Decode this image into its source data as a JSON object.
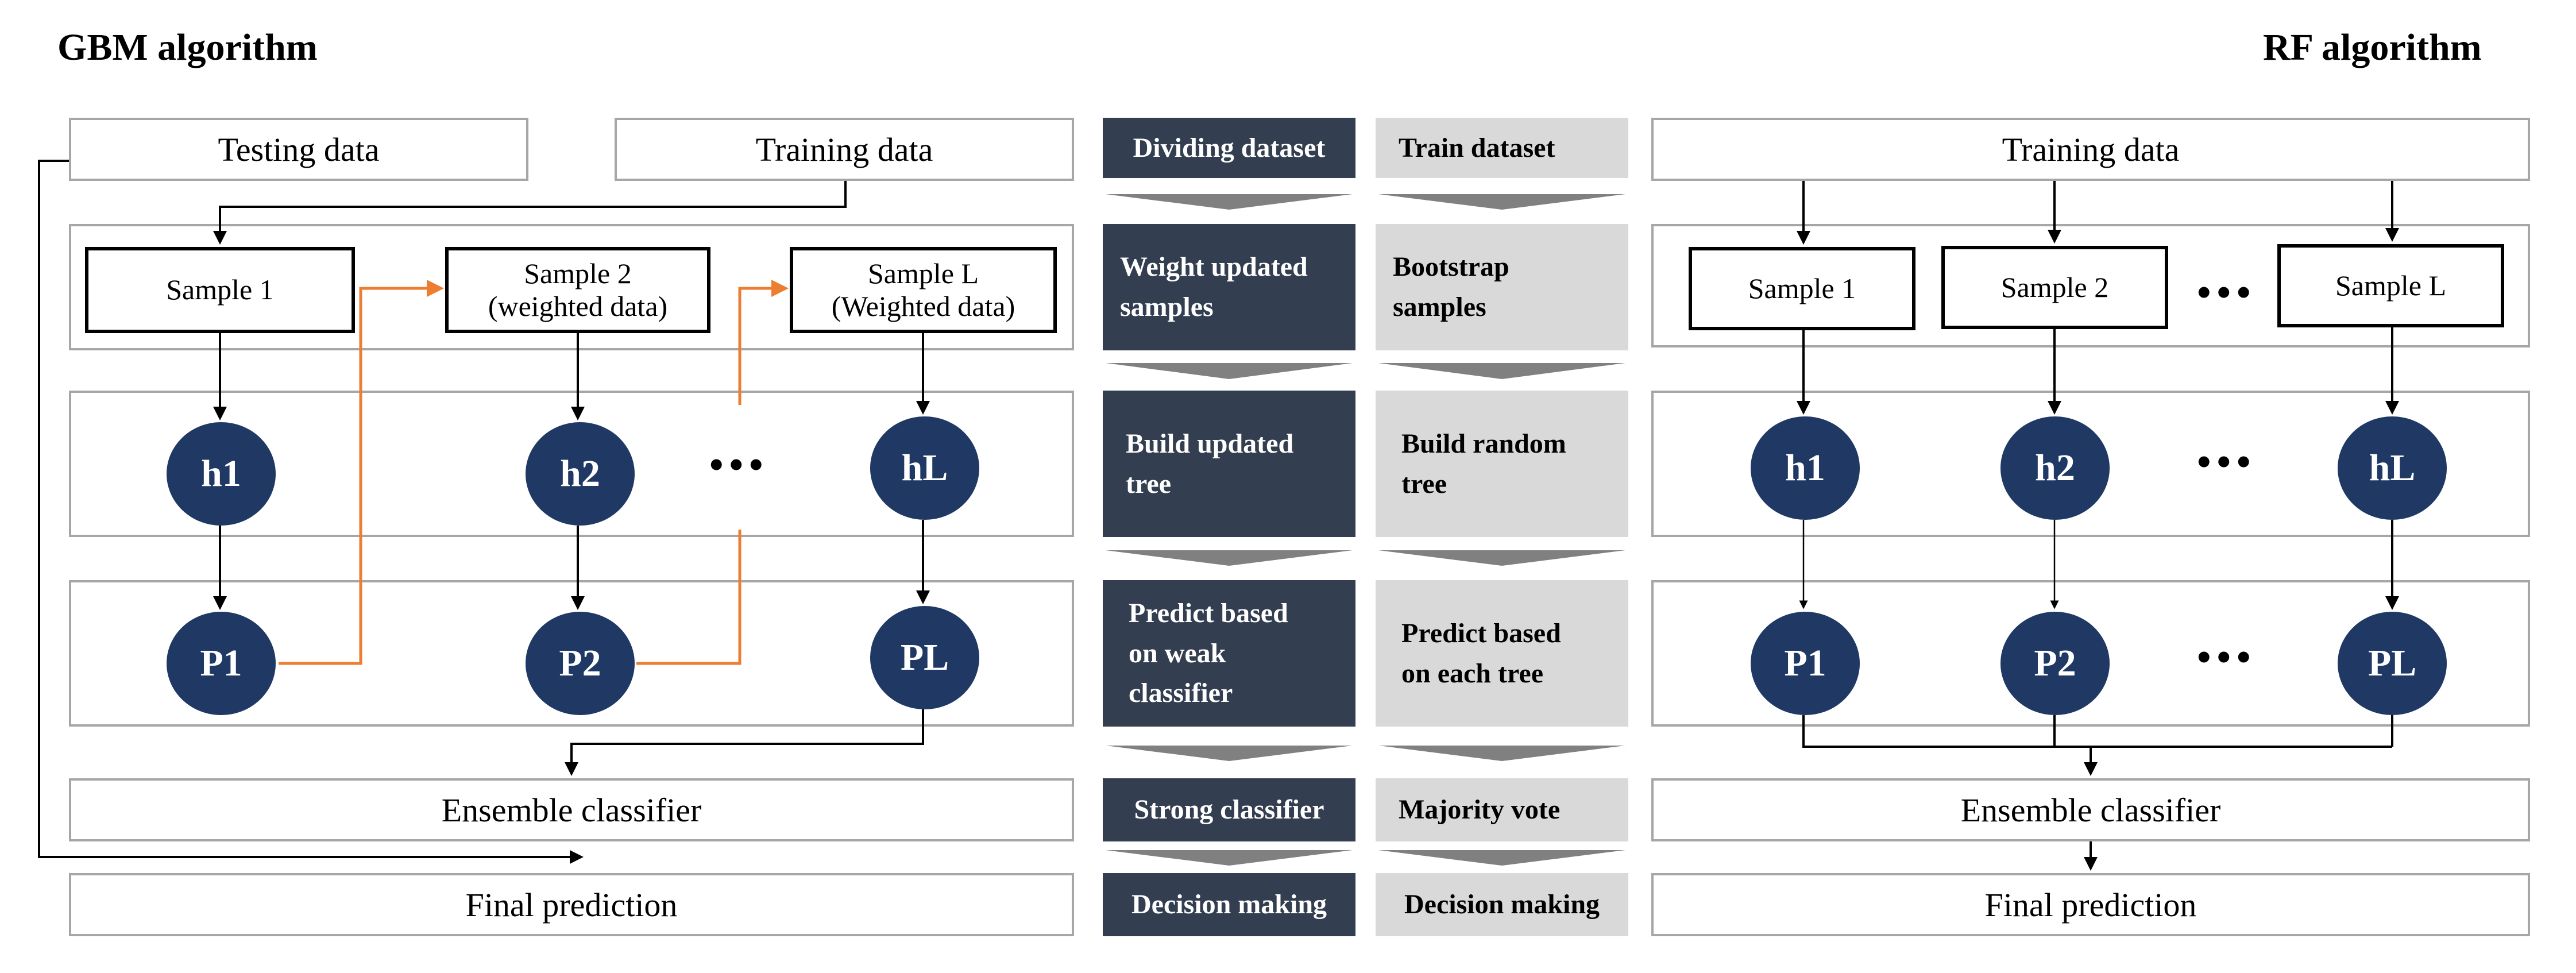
{
  "gbm": {
    "title": "GBM algorithm",
    "testing_data": "Testing data",
    "training_data": "Training data",
    "samples": [
      "Sample 1",
      "Sample 2\n(weighted data)",
      "Sample L\n(Weighted data)"
    ],
    "trees": [
      "h1",
      "h2",
      "hL"
    ],
    "predictions": [
      "P1",
      "P2",
      "PL"
    ],
    "ensemble": "Ensemble classifier",
    "final": "Final prediction",
    "ellipsis": "•••"
  },
  "steps_gbm": [
    "Dividing dataset",
    "Weight updated\nsamples",
    "Build updated\ntree",
    "Predict based\non weak\nclassifier",
    "Strong classifier",
    "Decision making"
  ],
  "steps_rf": [
    "Train dataset",
    "Bootstrap\nsamples",
    "Build random\ntree",
    "Predict based\non each tree",
    "Majority vote",
    "Decision making"
  ],
  "rf": {
    "title": "RF algorithm",
    "training_data": "Training data",
    "samples": [
      "Sample 1",
      "Sample 2",
      "Sample L"
    ],
    "trees": [
      "h1",
      "h2",
      "hL"
    ],
    "predictions": [
      "P1",
      "P2",
      "PL"
    ],
    "ensemble": "Ensemble classifier",
    "final": "Final prediction",
    "ellipsis": "•••"
  },
  "colors": {
    "node": "#1f3864",
    "dark_step": "#333f50",
    "light_step": "#d9d9d9",
    "boost_arrow": "#ed7d31",
    "frame": "#a6a6a6"
  }
}
